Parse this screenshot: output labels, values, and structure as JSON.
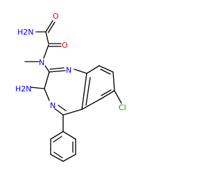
{
  "colors": {
    "background": "#ffffff",
    "bond": "#000000",
    "oxygen": "#ff0000",
    "nitrogen": "#0000ff",
    "chlorine": "#00a000"
  },
  "atoms": {
    "amide_nh2": "H2N",
    "amide_oxygen": "O",
    "ketone_oxygen": "O",
    "amine_n": "N",
    "ring_n1": "N",
    "ring_n2": "N",
    "amino_nh2": "H2N",
    "chlorine": "Cl"
  }
}
